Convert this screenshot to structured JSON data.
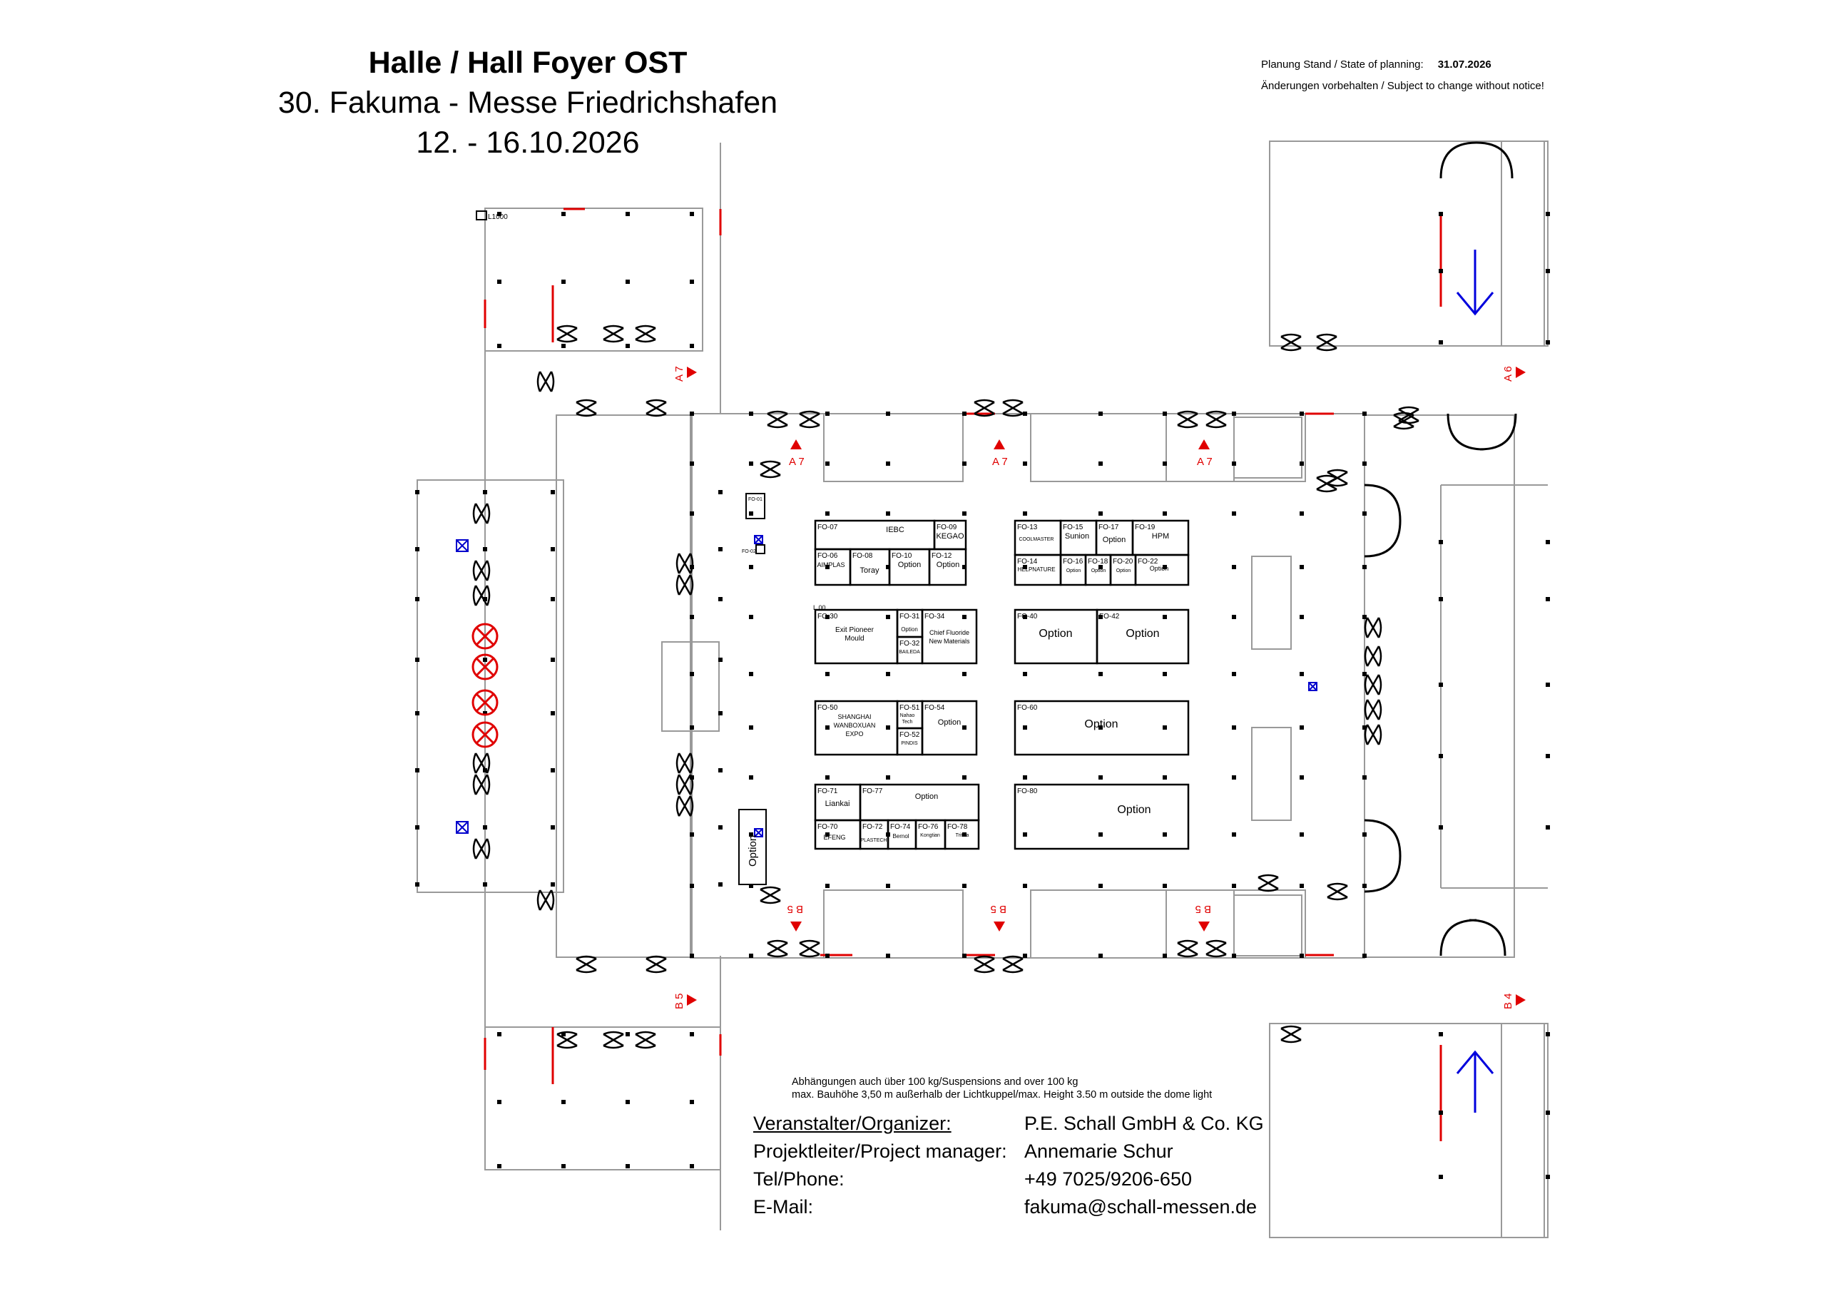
{
  "header": {
    "title": "Halle / Hall Foyer OST",
    "event": "30. Fakuma - Messe Friedrichshafen",
    "dates": "12. - 16.10.2026"
  },
  "planning": {
    "label": "Planung Stand / State of planning:",
    "date": "31.07.2026",
    "notice": "Änderungen vorbehalten / Subject to change without notice!"
  },
  "notes": {
    "line1": "Abhängungen auch über 100 kg/Suspensions and over 100 kg",
    "line2": "max. Bauhöhe 3,50 m außerhalb der Lichtkuppel/max. Height 3.50 m outside the dome light"
  },
  "contact": {
    "organizer_label": "Veranstalter/Organizer:",
    "organizer": "P.E. Schall GmbH & Co. KG",
    "manager_label": "Projektleiter/Project manager:",
    "manager": "Annemarie Schur",
    "phone_label": "Tel/Phone:",
    "phone": "+49 7025/9206-650",
    "email_label": "E-Mail:",
    "email": "fakuma@schall-messen.de"
  },
  "gates": {
    "a7": "A 7",
    "a6": "A 6",
    "b5": "B 5",
    "b4": "B 4"
  },
  "misc": {
    "l1000": "L1000",
    "l100": "L.00",
    "fo01": "FO-01",
    "fo02": "FO-02",
    "side_option": "Option"
  },
  "stands": {
    "fo07": {
      "id": "FO-07",
      "name": "IEBC"
    },
    "fo09": {
      "id": "FO-09",
      "name": "KEGAO"
    },
    "fo06": {
      "id": "FO-06",
      "name": "AIMPLAS"
    },
    "fo08": {
      "id": "FO-08",
      "name": "Toray"
    },
    "fo10": {
      "id": "FO-10",
      "name": "Option"
    },
    "fo12": {
      "id": "FO-12",
      "name": "Option"
    },
    "fo13": {
      "id": "FO-13",
      "name": "COOLMASTER"
    },
    "fo15": {
      "id": "FO-15",
      "name": "Sunion"
    },
    "fo17": {
      "id": "FO-17",
      "name": "Option"
    },
    "fo19": {
      "id": "FO-19",
      "name": "HPM"
    },
    "fo14": {
      "id": "FO-14",
      "name": "HELPNATURE"
    },
    "fo16": {
      "id": "FO-16",
      "name": "Option"
    },
    "fo18": {
      "id": "FO-18",
      "name": "Option"
    },
    "fo20": {
      "id": "FO-20",
      "name": "Option"
    },
    "fo22": {
      "id": "FO-22",
      "name": "Option"
    },
    "fo30": {
      "id": "FO-30",
      "name1": "Exit Pioneer",
      "name2": "Mould"
    },
    "fo31": {
      "id": "FO-31",
      "name": "Option"
    },
    "fo32": {
      "id": "FO-32",
      "name": "BAILEDA"
    },
    "fo34": {
      "id": "FO-34",
      "name1": "Chief Fluoride",
      "name2": "New Materials"
    },
    "fo40": {
      "id": "FO-40",
      "name": "Option"
    },
    "fo42": {
      "id": "FO-42",
      "name": "Option"
    },
    "fo50": {
      "id": "FO-50",
      "name1": "SHANGHAI",
      "name2": "WANBOXUAN",
      "name3": "EXPO"
    },
    "fo51": {
      "id": "FO-51",
      "name1": "Nahao",
      "name2": "Tech"
    },
    "fo52": {
      "id": "FO-52",
      "name": "PINDIS"
    },
    "fo54": {
      "id": "FO-54",
      "name": "Option"
    },
    "fo60": {
      "id": "FO-60",
      "name": "Option"
    },
    "fo71": {
      "id": "FO-71",
      "name": "Liankai"
    },
    "fo77": {
      "id": "FO-77",
      "name": "Option"
    },
    "fo70": {
      "id": "FO-70",
      "name": "EFENG"
    },
    "fo72": {
      "id": "FO-72",
      "name": "PLASTECH"
    },
    "fo74": {
      "id": "FO-74",
      "name": "Bernol"
    },
    "fo76": {
      "id": "FO-76",
      "name": "Kongtian"
    },
    "fo78": {
      "id": "FO-78",
      "name": "Tritiva"
    },
    "fo80": {
      "id": "FO-80",
      "name": "Option"
    }
  }
}
